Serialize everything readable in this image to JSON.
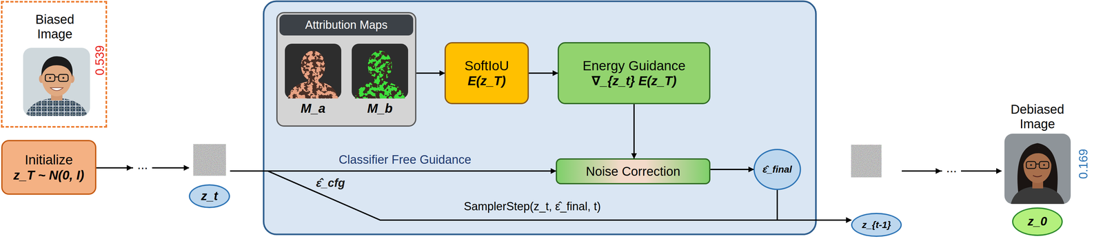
{
  "diagram": {
    "nodes": [
      {
        "text": [
          "Biased Image",
          "0.539"
        ]
      },
      {
        "text": [
          "Initialize",
          "z_T ~ N(0, I)"
        ]
      },
      {
        "text": [
          "z_t"
        ]
      },
      {
        "text": [
          "Attribution Maps"
        ]
      },
      {
        "text": [
          "M_a"
        ],
        "in": 3
      },
      {
        "text": [
          "M_b"
        ],
        "in": 3
      },
      {
        "text": [
          "SoftIoU",
          "E(z_T)"
        ]
      },
      {
        "text": [
          "Energy Guidance",
          "∇_{z_t} E(z_T)"
        ]
      },
      {
        "text": [
          "Noise Correction"
        ]
      },
      {
        "text": [
          "ε̂_final"
        ]
      },
      {
        "text": [
          "z_{t-1}"
        ]
      },
      {
        "text": [
          "Debiased Image",
          "0.169",
          "z_0"
        ]
      }
    ],
    "edges": [
      {
        "from": 1,
        "to": 2,
        "arrow": "to",
        "label": "..."
      },
      {
        "from": 3,
        "to": 6,
        "arrow": "to"
      },
      {
        "from": 6,
        "to": 7,
        "arrow": "to"
      },
      {
        "from": 7,
        "to": 8,
        "arrow": "to"
      },
      {
        "from": 2,
        "to": 8,
        "arrow": "to",
        "label": "Classifier Free Guidance"
      },
      {
        "from": 8,
        "to": 9,
        "arrow": "to"
      },
      {
        "from": 2,
        "to": 10,
        "arrow": "to",
        "label": "SamplerStep(z_t, ε̂_final, t)"
      },
      {
        "from": 9,
        "to": 10,
        "arrow": "to"
      },
      {
        "from": 10,
        "to": 11,
        "arrow": "to",
        "label": "..."
      }
    ],
    "labels": [
      "ε̂_cfg"
    ]
  }
}
